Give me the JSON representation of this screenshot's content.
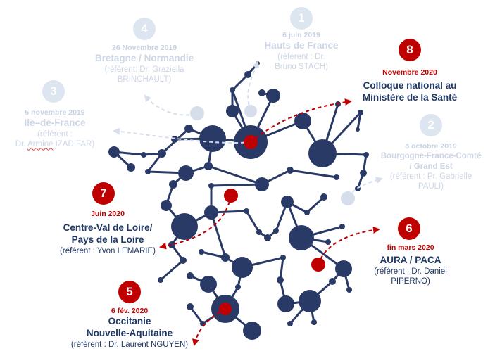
{
  "colors": {
    "network": "#2a3a66",
    "network_faded": "#d5deea",
    "accent": "#c00000",
    "done_text": "#cdd6e5",
    "next_text": "#1f3864"
  },
  "milestones": [
    {
      "number": "1",
      "date": "6 juin 2019",
      "region": "Hauts de France",
      "ref_line1": "(référent : Dr.",
      "ref_line2": "Bruno STACH)",
      "status": "done"
    },
    {
      "number": "2",
      "date": "8 octobre 2019",
      "region": "Bourgogne-France-Comté",
      "region2": "/ Grand Est",
      "ref_line1": "(référent : Pr. Gabrielle",
      "ref_line2": "PAULI)",
      "status": "done"
    },
    {
      "number": "3",
      "date": "5 novembre 2019",
      "region": "Ile–de-France",
      "ref_line1": "(référent :",
      "ref_line2a": "Dr. ",
      "ref_line2b": "Armine",
      "ref_line2c": " IZADIFAR)",
      "status": "done"
    },
    {
      "number": "4",
      "date": "26 Novembre 2019",
      "region": "Bretagne / Normandie",
      "ref_line1": "(référent: Dr. Graziella",
      "ref_line2": "BRINCHAULT)",
      "status": "done"
    },
    {
      "number": "5",
      "date": "6 fév. 2020",
      "region": "Occitanie",
      "region2": "Nouvelle-Aquitaine",
      "ref_line1": "(référent : Dr. Laurent NGUYEN)",
      "status": "upcoming"
    },
    {
      "number": "6",
      "date": "fin mars 2020",
      "region": "AURA / PACA",
      "ref_line1": "(référent : Dr. Daniel",
      "ref_line2": "PIPERNO)",
      "status": "upcoming"
    },
    {
      "number": "7",
      "date": "Juin 2020",
      "region": "Centre-Val de Loire/",
      "region2": "Pays de la Loire",
      "ref_line1": "(référent : Yvon LEMARIE)",
      "status": "upcoming"
    },
    {
      "number": "8",
      "date": "Novembre 2020",
      "region": "Colloque national au",
      "region2": "Ministère de la Santé",
      "status": "upcoming"
    }
  ]
}
